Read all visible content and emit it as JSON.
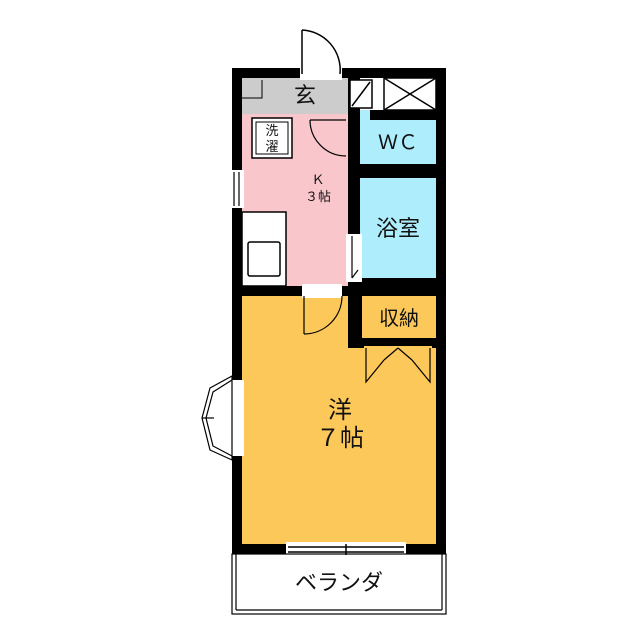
{
  "rooms": {
    "entrance": {
      "label": "玄"
    },
    "kitchen": {
      "label_line1": "Ｋ",
      "label_line2": "３帖",
      "color": "#f9c6cb"
    },
    "laundry": {
      "label_line1": "洗",
      "label_line2": "濯"
    },
    "wc": {
      "label": "ＷＣ",
      "color": "#aeeefc"
    },
    "bath": {
      "label": "浴室",
      "color": "#aeeefc"
    },
    "storage": {
      "label": "収納"
    },
    "western": {
      "label_line1": "洋",
      "label_line2": "７帖",
      "color": "#fdc85a"
    },
    "balcony": {
      "label": "ベランダ"
    }
  },
  "colors": {
    "wall": "#000000",
    "entrance_floor": "#cccccc"
  }
}
